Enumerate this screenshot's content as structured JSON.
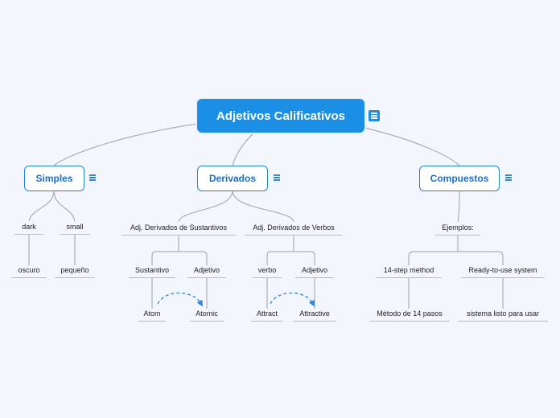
{
  "root": {
    "title": "Adjetivos Calificativos"
  },
  "icons": {
    "notes": "notes-icon"
  },
  "colors": {
    "accent": "#1b8ee6",
    "link": "#a9afb9",
    "dashed": "#2f86d6",
    "background": "#f3f6fd"
  },
  "simples": {
    "label": "Simples",
    "items": [
      {
        "word": "dark",
        "translation": "oscuro"
      },
      {
        "word": "small",
        "translation": "pequeño"
      }
    ]
  },
  "derivados": {
    "label": "Derivados",
    "sustantivos": {
      "label": "Adj. Derivados de Sustantivos",
      "col1_head": "Sustantivo",
      "col1_value": "Atom",
      "col2_head": "Adjetivo",
      "col2_value": "Atomic"
    },
    "verbos": {
      "label": "Adj. Derivados de Verbos",
      "col1_head": "verbo",
      "col1_value": "Attract",
      "col2_head": "Adjetivo",
      "col2_value": "Attractive"
    }
  },
  "compuestos": {
    "label": "Compuestos",
    "ejemplos": "Ejemplos:",
    "items": [
      {
        "en": "14-step method",
        "es": "Método de 14 pasos"
      },
      {
        "en": "Ready-to-use system",
        "es": "sistema listo para usar"
      }
    ]
  }
}
